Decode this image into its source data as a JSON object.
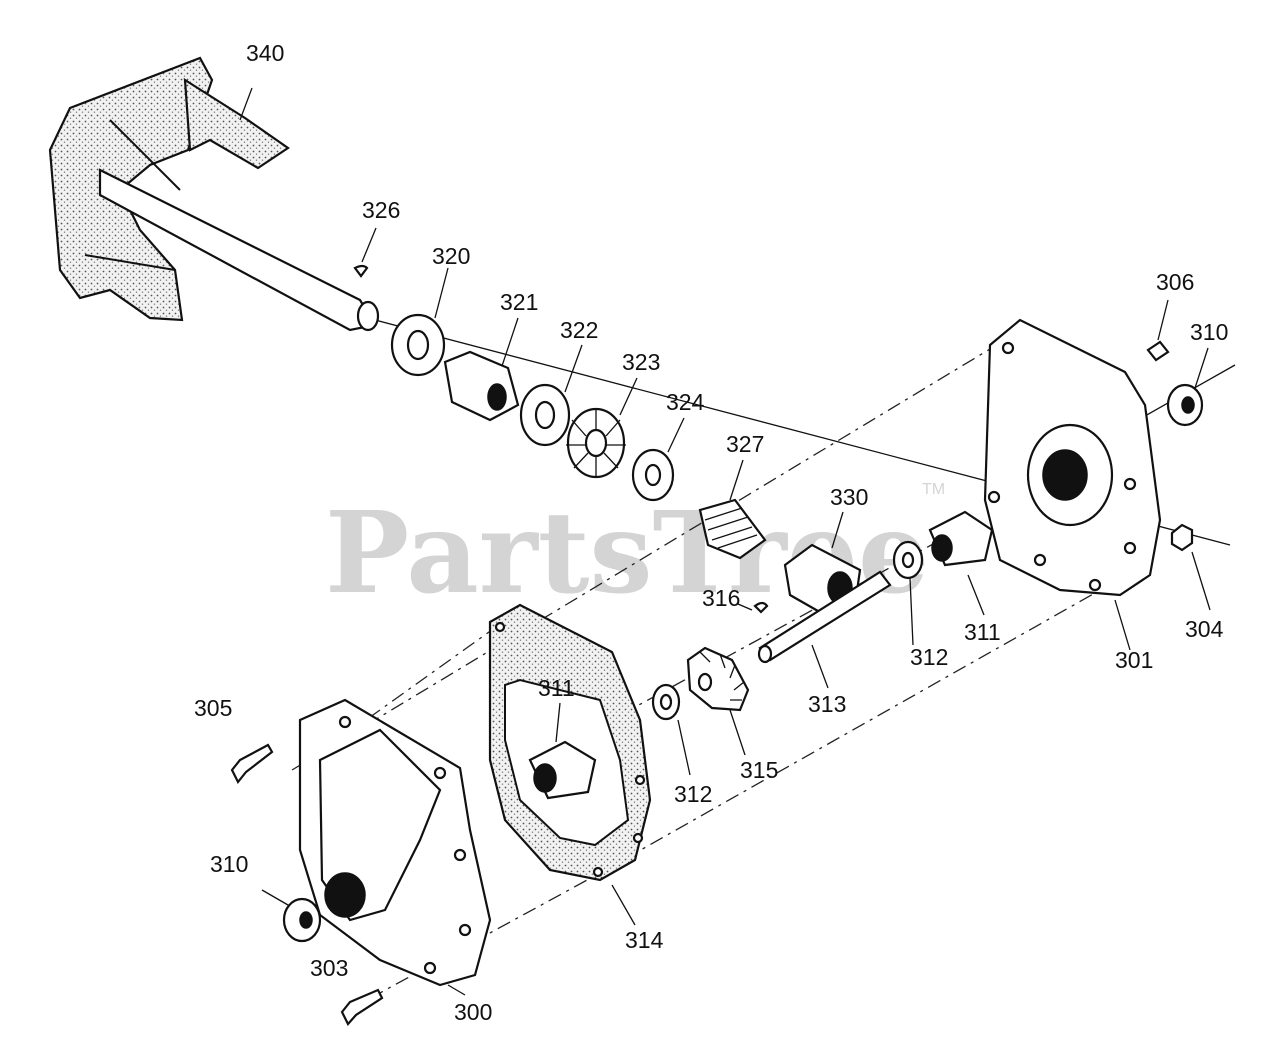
{
  "watermark": {
    "brand": "PartsTree",
    "trademark": "TM"
  },
  "callouts": [
    {
      "id": "c340",
      "label": "340"
    },
    {
      "id": "c326",
      "label": "326"
    },
    {
      "id": "c320",
      "label": "320"
    },
    {
      "id": "c321",
      "label": "321"
    },
    {
      "id": "c322",
      "label": "322"
    },
    {
      "id": "c323",
      "label": "323"
    },
    {
      "id": "c324",
      "label": "324"
    },
    {
      "id": "c327",
      "label": "327"
    },
    {
      "id": "c330",
      "label": "330"
    },
    {
      "id": "c306",
      "label": "306"
    },
    {
      "id": "c310a",
      "label": "310"
    },
    {
      "id": "c316",
      "label": "316"
    },
    {
      "id": "c311a",
      "label": "311"
    },
    {
      "id": "c312a",
      "label": "312"
    },
    {
      "id": "c301",
      "label": "301"
    },
    {
      "id": "c304",
      "label": "304"
    },
    {
      "id": "c313",
      "label": "313"
    },
    {
      "id": "c305",
      "label": "305"
    },
    {
      "id": "c311b",
      "label": "311"
    },
    {
      "id": "c312b",
      "label": "312"
    },
    {
      "id": "c315",
      "label": "315"
    },
    {
      "id": "c310b",
      "label": "310"
    },
    {
      "id": "c314",
      "label": "314"
    },
    {
      "id": "c303",
      "label": "303"
    },
    {
      "id": "c300",
      "label": "300"
    }
  ]
}
